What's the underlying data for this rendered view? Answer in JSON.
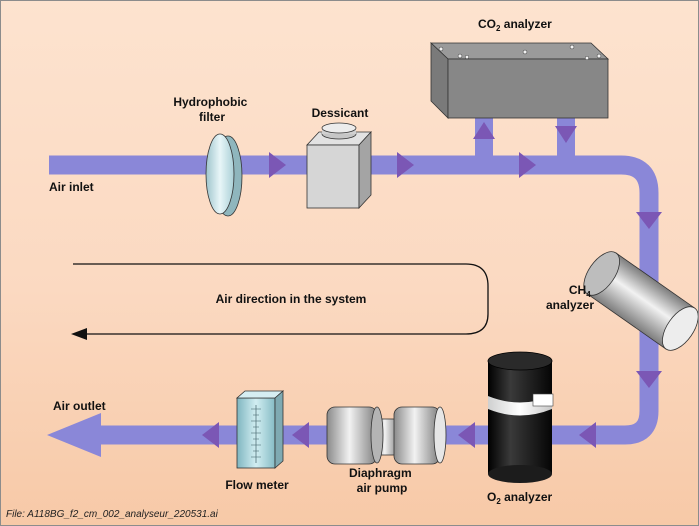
{
  "labels": {
    "hydrophobic_filter_line1": "Hydrophobic",
    "hydrophobic_filter_line2": "filter",
    "dessicant": "Dessicant",
    "co2_prefix": "CO",
    "co2_sub": "2",
    "co2_suffix": " analyzer",
    "air_inlet": "Air inlet",
    "ch4_prefix": "CH",
    "ch4_sub": "4",
    "ch4_line2": "analyzer",
    "air_direction": "Air direction in the system",
    "air_outlet": "Air outlet",
    "flow_meter": "Flow meter",
    "pump_line1": "Diaphragm",
    "pump_line2": "air pump",
    "o2_prefix": "O",
    "o2_sub": "2",
    "o2_suffix": " analyzer"
  },
  "file_label": "File: A118BG_f2_cm_002_analyseur_220531.ai",
  "colors": {
    "background_top": "#fde3cf",
    "background_bottom": "#f7c9a7",
    "tube": "#8a87d8",
    "arrow": "#7b57b5",
    "co2_box": "#8e8e8e",
    "o2_cylinder": "#111111",
    "flow_meter_glass": "#a9d6dc"
  },
  "icons": {
    "filter": "lens-disc",
    "dessicant": "cube-container",
    "co2": "flat-box-analyzer",
    "ch4": "tilted-cylinder",
    "o2": "black-cylinder",
    "pump": "dumbbell-pump",
    "flow": "graduated-tube"
  }
}
